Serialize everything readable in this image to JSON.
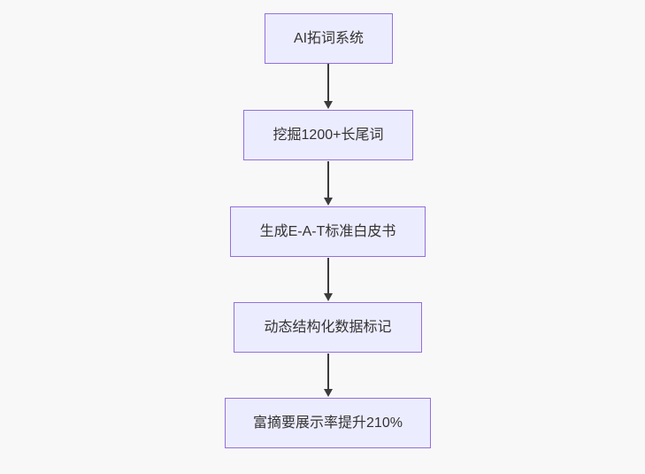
{
  "diagram": {
    "type": "flowchart",
    "direction": "top-down",
    "nodes": [
      {
        "label": "AI拓词系统"
      },
      {
        "label": "挖掘1200+长尾词"
      },
      {
        "label": "生成E-A-T标准白皮书"
      },
      {
        "label": "动态结构化数据标记"
      },
      {
        "label": "富摘要展示率提升210%"
      }
    ],
    "edges": [
      {
        "from": 0,
        "to": 1
      },
      {
        "from": 1,
        "to": 2
      },
      {
        "from": 2,
        "to": 3
      },
      {
        "from": 3,
        "to": 4
      }
    ]
  },
  "colors": {
    "background": "#f8f8f8",
    "node_fill": "#ececff",
    "node_border": "#9370db",
    "node_text": "#333333",
    "arrow": "#3b3b3b"
  }
}
